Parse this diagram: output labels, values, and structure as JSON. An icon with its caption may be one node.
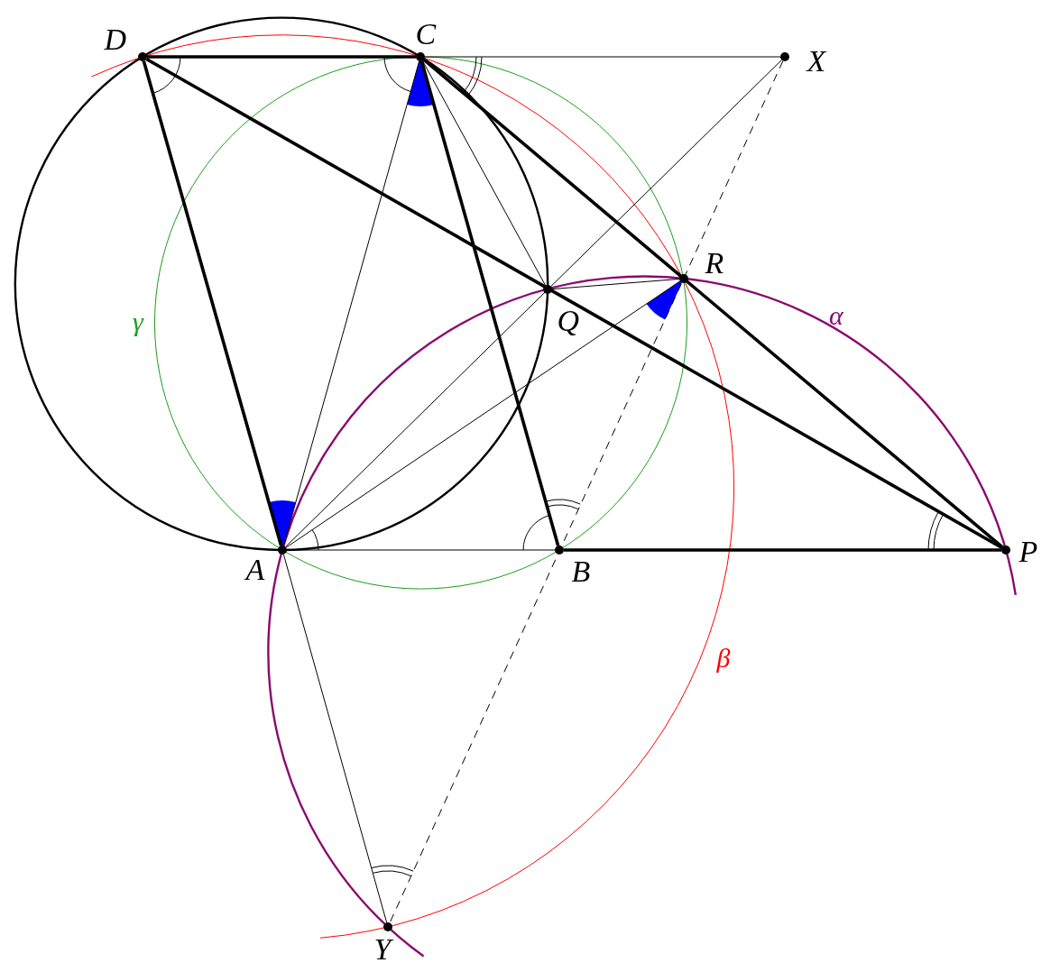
{
  "diagram": {
    "nodes": [
      {
        "text": [
          "D"
        ]
      },
      {
        "text": [
          "C"
        ]
      },
      {
        "text": [
          "X"
        ]
      },
      {
        "text": [
          "R"
        ]
      },
      {
        "text": [
          "Q"
        ]
      },
      {
        "text": [
          "A"
        ]
      },
      {
        "text": [
          "B"
        ]
      },
      {
        "text": [
          "P"
        ]
      },
      {
        "text": [
          "Y"
        ]
      }
    ],
    "edges": [
      {
        "from": 0,
        "to": 1,
        "arrow": "none",
        "style": "thick"
      },
      {
        "from": 1,
        "to": 2,
        "arrow": "none"
      },
      {
        "from": 0,
        "to": 5,
        "arrow": "none",
        "style": "thick"
      },
      {
        "from": 1,
        "to": 6,
        "arrow": "none",
        "style": "thick"
      },
      {
        "from": 5,
        "to": 6,
        "arrow": "none"
      },
      {
        "from": 6,
        "to": 7,
        "arrow": "none",
        "style": "thick"
      },
      {
        "from": 0,
        "to": 7,
        "arrow": "none",
        "style": "thick"
      },
      {
        "from": 1,
        "to": 7,
        "arrow": "none",
        "style": "thick"
      },
      {
        "from": 5,
        "to": 1,
        "arrow": "none"
      },
      {
        "from": 5,
        "to": 2,
        "arrow": "none"
      },
      {
        "from": 5,
        "to": 3,
        "arrow": "none"
      },
      {
        "from": 1,
        "to": 4,
        "arrow": "none"
      },
      {
        "from": 4,
        "to": 3,
        "arrow": "none"
      },
      {
        "from": 5,
        "to": 8,
        "arrow": "none"
      },
      {
        "from": 2,
        "to": 8,
        "arrow": "none",
        "style": "dashed"
      }
    ],
    "labels": [
      "α",
      "γ",
      "β"
    ]
  }
}
